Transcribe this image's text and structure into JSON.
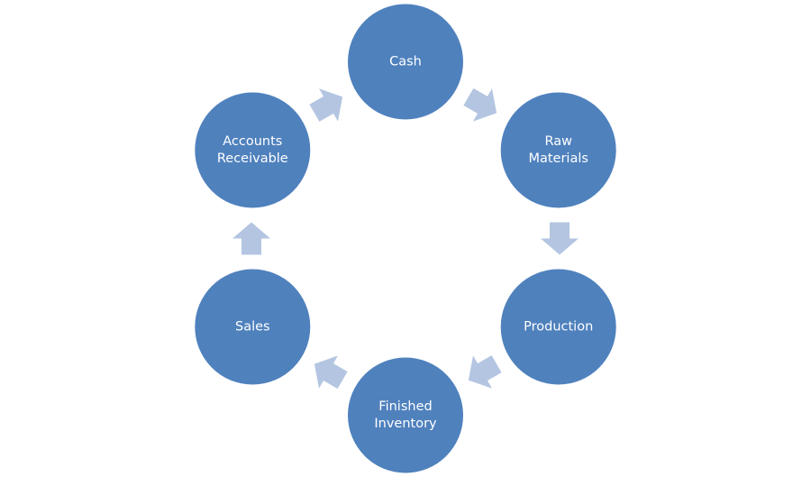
{
  "diagram": {
    "type": "cycle",
    "title": "",
    "colors": {
      "node_fill": "#4f81bd",
      "arrow_fill": "#b3c5e1",
      "label_color": "#ffffff",
      "background": "#ffffff"
    },
    "nodes": [
      {
        "id": "cash",
        "lines": [
          "Cash"
        ]
      },
      {
        "id": "raw-materials",
        "lines": [
          "Raw",
          "Materials"
        ]
      },
      {
        "id": "production",
        "lines": [
          "Production"
        ]
      },
      {
        "id": "finished-inventory",
        "lines": [
          "Finished",
          "Inventory"
        ]
      },
      {
        "id": "sales",
        "lines": [
          "Sales"
        ]
      },
      {
        "id": "accounts-receivable",
        "lines": [
          "Accounts",
          "Receivable"
        ]
      }
    ],
    "edges": [
      {
        "from": "cash",
        "to": "raw-materials"
      },
      {
        "from": "raw-materials",
        "to": "production"
      },
      {
        "from": "production",
        "to": "finished-inventory"
      },
      {
        "from": "finished-inventory",
        "to": "sales"
      },
      {
        "from": "sales",
        "to": "accounts-receivable"
      },
      {
        "from": "accounts-receivable",
        "to": "cash"
      }
    ]
  }
}
